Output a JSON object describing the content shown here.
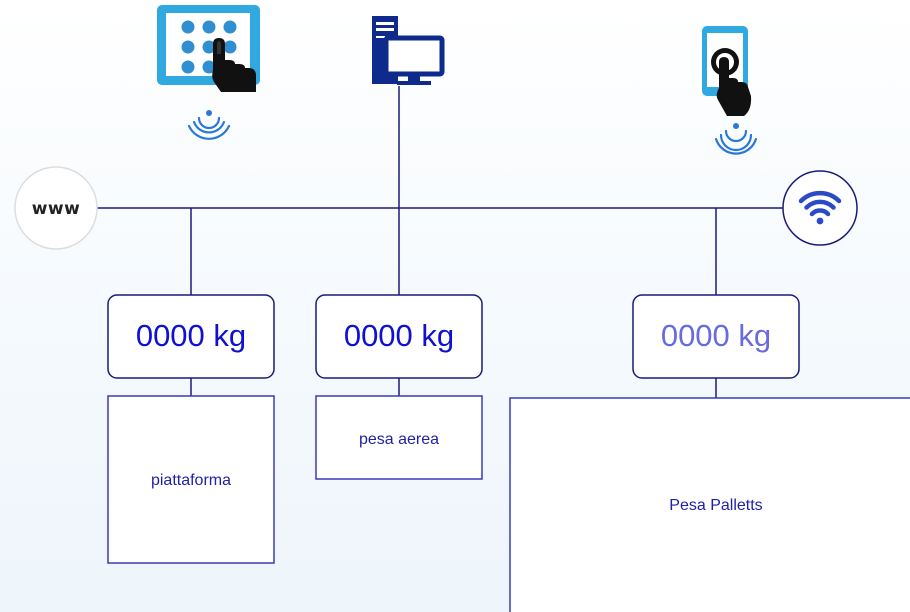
{
  "network": {
    "internet_label": "www"
  },
  "scales": [
    {
      "reading": "0000 kg"
    },
    {
      "reading": "0000 kg"
    },
    {
      "reading": "0000 kg"
    }
  ],
  "stations": [
    {
      "label": "piattaforma"
    },
    {
      "label": "pesa aerea"
    },
    {
      "label": "Pesa Palletts"
    }
  ],
  "colors": {
    "line": "#1a1a7a",
    "scale_text": "#1010d0",
    "scale_text_faded": "#6a6ae0",
    "box_border": "#3a3ab8",
    "tablet": "#30a8e0",
    "wifi": "#2a78d8",
    "computer": "#0e2a8a",
    "phone": "#30a8e0"
  },
  "icons": {
    "tablet": "tablet-touch-icon",
    "computer": "desktop-computer-icon",
    "phone": "smartphone-touch-icon",
    "internet": "www-globe-icon",
    "wireless": "wifi-icon"
  }
}
